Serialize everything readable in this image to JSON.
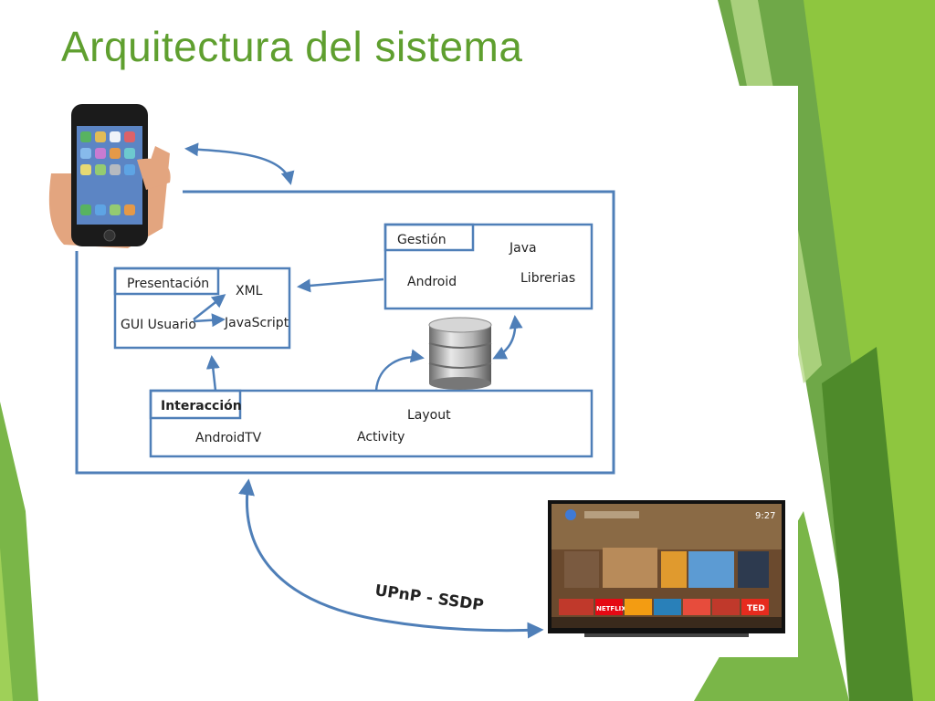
{
  "slide": {
    "title": "Arquitectura del sistema"
  },
  "diagram": {
    "presentacion": {
      "label": "Presentación",
      "items": [
        "XML",
        "GUI Usuario",
        "JavaScript"
      ]
    },
    "gestion": {
      "label": "Gestión",
      "items": [
        "Java",
        "Android",
        "Librerias"
      ]
    },
    "interaccion": {
      "label": "Interacción",
      "items": [
        "Layout",
        "AndroidTV",
        "Activity"
      ]
    },
    "protocol_label": "UPnP - SSDP",
    "tv_screen": {
      "time": "9:27",
      "apps": [
        "NETFLIX",
        "TED"
      ]
    }
  },
  "colors": {
    "accent_green": "#5f9f2f",
    "light_green": "#8ec63f",
    "dark_green": "#4e8a2a",
    "diagram_blue": "#4f7fb8"
  },
  "icons": [
    "smartphone-icon",
    "database-icon",
    "television-icon"
  ]
}
